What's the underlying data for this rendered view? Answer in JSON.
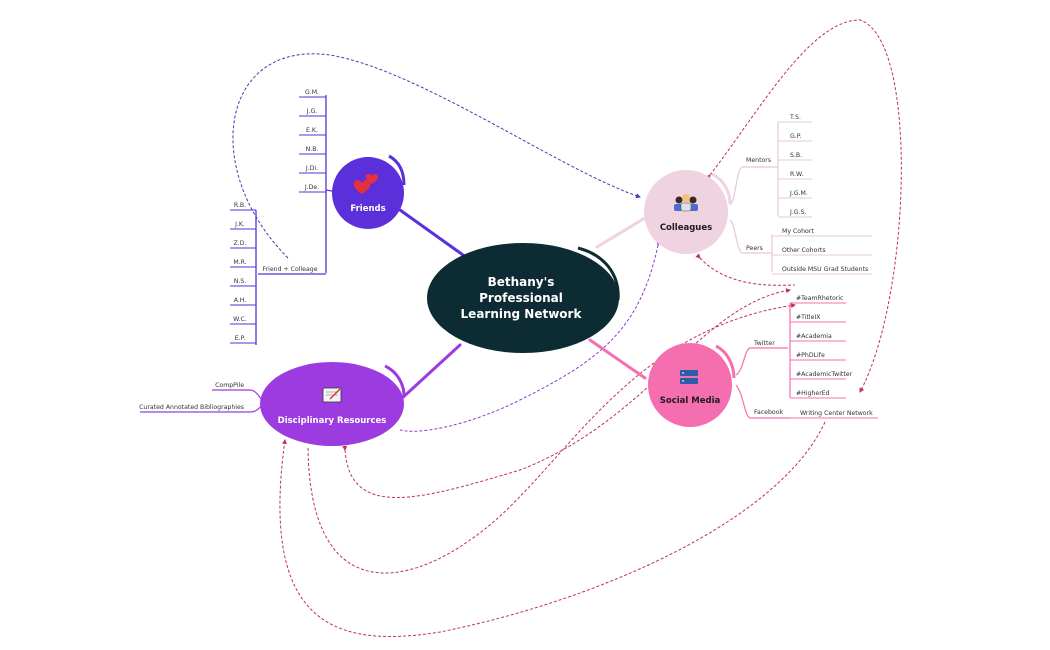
{
  "central": {
    "line1": "Bethany's",
    "line2": "Professional",
    "line3": "Learning Network",
    "color": "#0c2b33"
  },
  "friends": {
    "label": "Friends",
    "color": "#5b2fd9",
    "names": [
      "G.M.",
      "J.G.",
      "E.K.",
      "N.B.",
      "J.Di.",
      "J.De."
    ],
    "sub_label": "Friend + Colleage",
    "sub_names": [
      "R.B.",
      "J.K.",
      "Z.D.",
      "M.R.",
      "N.S.",
      "A.H.",
      "W.C.",
      "E.P."
    ]
  },
  "colleagues": {
    "label": "Colleagues",
    "color": "#efd3e1",
    "mentors_label": "Mentors",
    "mentors": [
      "T.S.",
      "G.P.",
      "S.B.",
      "R.W.",
      "J.G.M.",
      "J.G.S."
    ],
    "peers_label": "Peers",
    "peers": [
      "My Cohort",
      "Other Cohorts",
      "Outside MSU Grad Students"
    ]
  },
  "social_media": {
    "label": "Social Media",
    "color": "#f56fb0",
    "twitter_label": "Twitter",
    "twitter": [
      "#TeamRhetoric",
      "#TitleIX",
      "#Academia",
      "#PhDLife",
      "#AcademicTwitter",
      "#HigherEd"
    ],
    "facebook_label": "Facebook",
    "facebook": [
      "Writing Center Network"
    ]
  },
  "resources": {
    "label": "Disciplinary Resources",
    "color": "#9c3be0",
    "items": [
      "CompPile",
      "Curated Annotated Bibliographies"
    ]
  }
}
